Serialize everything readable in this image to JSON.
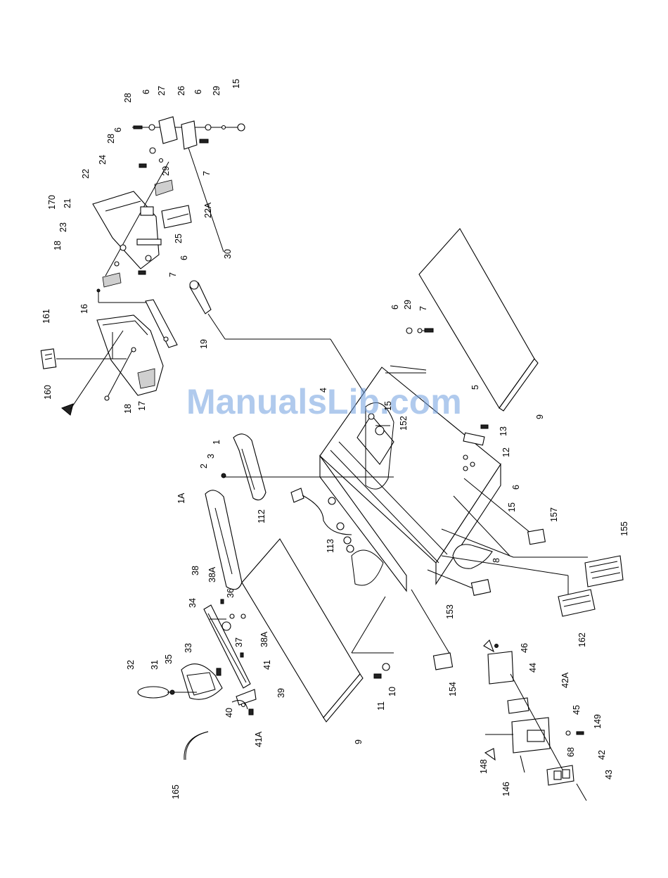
{
  "watermark": "ManualsLib.com",
  "callouts": {
    "p28a": "28",
    "p6a": "6",
    "p27": "27",
    "p26": "26",
    "p6b": "6",
    "p29a": "29",
    "p15a": "15",
    "p6c": "6",
    "p28b": "28",
    "p29b": "29",
    "p7a": "7",
    "p24": "24",
    "p22": "22",
    "p170": "170",
    "p21": "21",
    "p23": "23",
    "p18a": "18",
    "p25": "25",
    "p22A": "22A",
    "p6d": "6",
    "p7b": "7",
    "p30": "30",
    "p161": "161",
    "p16": "16",
    "p19": "19",
    "p160": "160",
    "p18b": "18",
    "p17": "17",
    "p6e": "6",
    "p29c": "29",
    "p7c": "7",
    "p4": "4",
    "p15b": "15",
    "p5": "5",
    "p152": "152",
    "p9a": "9",
    "p1": "1",
    "p3": "3",
    "p2": "2",
    "p1A": "1A",
    "p13": "13",
    "p12": "12",
    "p6f": "6",
    "p15c": "15",
    "p112": "112",
    "p113": "113",
    "p157": "157",
    "p155": "155",
    "p8": "8",
    "p153": "153",
    "p162": "162",
    "p38": "38",
    "p38A1": "38A",
    "p34": "34",
    "p36": "36",
    "p37": "37",
    "p38A2": "38A",
    "p33": "33",
    "p35": "35",
    "p31": "31",
    "p32": "32",
    "p41": "41",
    "p40": "40",
    "p39": "39",
    "p41A": "41A",
    "p165": "165",
    "p11": "11",
    "p10": "10",
    "p154": "154",
    "p9b": "9",
    "p46": "46",
    "p44": "44",
    "p42A": "42A",
    "p45": "45",
    "p149": "149",
    "p68": "68",
    "p42": "42",
    "p43": "43",
    "p148": "148",
    "p146": "146"
  }
}
